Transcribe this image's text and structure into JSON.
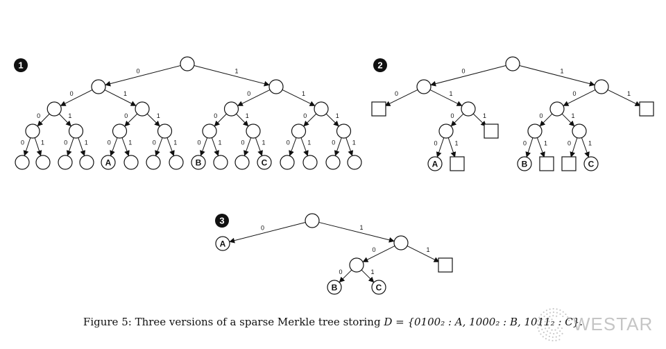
{
  "panels": [
    {
      "badge": "1",
      "edges": [
        {
          "label": "0"
        },
        {
          "label": "1"
        },
        {
          "label": "0"
        },
        {
          "label": "1"
        },
        {
          "label": "0"
        },
        {
          "label": "1"
        },
        {
          "label": "0"
        },
        {
          "label": "1"
        },
        {
          "label": "0"
        },
        {
          "label": "1"
        },
        {
          "label": "0"
        },
        {
          "label": "1"
        },
        {
          "label": "0"
        },
        {
          "label": "1"
        },
        {
          "label": "0"
        },
        {
          "label": "1"
        },
        {
          "label": "0"
        },
        {
          "label": "1"
        },
        {
          "label": "0"
        },
        {
          "label": "1"
        },
        {
          "label": "0"
        },
        {
          "label": "1"
        },
        {
          "label": "0"
        },
        {
          "label": "1"
        },
        {
          "label": "0"
        },
        {
          "label": "1"
        },
        {
          "label": "0"
        },
        {
          "label": "1"
        },
        {
          "label": "0"
        },
        {
          "label": "1"
        }
      ],
      "leaf_labels": [
        "",
        "",
        "",
        "",
        "A",
        "",
        "",
        "",
        "B",
        "",
        "",
        "C",
        "",
        "",
        "",
        ""
      ]
    },
    {
      "badge": "2",
      "leaf_labels": [
        "A",
        "B",
        "C"
      ]
    },
    {
      "badge": "3",
      "leaf_labels": [
        "A",
        "B",
        "C"
      ]
    }
  ],
  "caption": {
    "prefix": "Figure 5: Three versions of a sparse Merkle tree storing ",
    "math": "D = {0100₂ : A, 1000₂ : B, 1011₂ : C}."
  },
  "watermark": {
    "text": "WESTAR"
  }
}
